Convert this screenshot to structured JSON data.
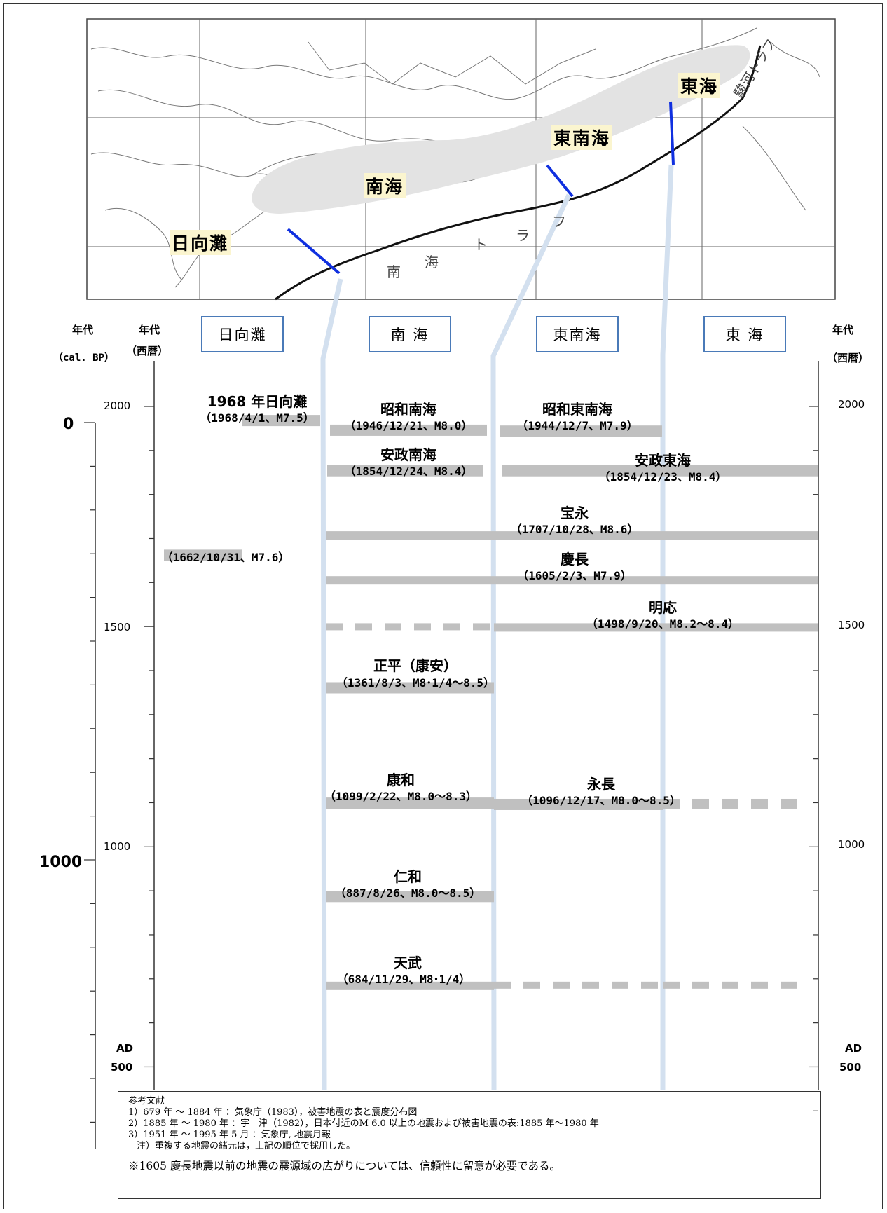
{
  "map": {
    "regions": [
      {
        "key": "hyuganada",
        "label": "日向灘"
      },
      {
        "key": "nankai",
        "label": "南海"
      },
      {
        "key": "tonankai",
        "label": "東南海"
      },
      {
        "key": "tokai",
        "label": "東海"
      }
    ],
    "trough_nankai": [
      "南",
      "海",
      "ト",
      "ラ",
      "フ"
    ],
    "trough_suruga": "駿河トラフ"
  },
  "zones": {
    "hyuganada": "日向灘",
    "nankai": "南 海",
    "tonankai": "東南海",
    "tokai": "東 海"
  },
  "axis": {
    "left_bp_head": "年代",
    "left_bp_sub": "（cal. BP）",
    "left_ad_head": "年代",
    "left_ad_sub": "（西暦）",
    "right_head": "年代",
    "right_sub": "（西暦）",
    "ad_ticks": [
      "2000",
      "1500",
      "1000"
    ],
    "ad_bottom_prefix": "AD",
    "ad_bottom": "500",
    "bp_ticks": [
      "0",
      "1000"
    ],
    "right_ticks": [
      "2000",
      "1500",
      "1000"
    ],
    "right_bottom_prefix": "AD",
    "right_bottom": "500"
  },
  "chart_data": {
    "type": "timeline",
    "columns": [
      "日向灘",
      "南 海",
      "東南海",
      "東 海"
    ],
    "events": [
      {
        "name": "1968 年日向灘",
        "detail": "（1968/4/1、M7.5）",
        "year": 1968,
        "zones": [
          "日向灘"
        ]
      },
      {
        "name": "昭和南海",
        "detail": "（1946/12/21、M8.0）",
        "year": 1946,
        "zones": [
          "南 海"
        ]
      },
      {
        "name": "昭和東南海",
        "detail": "（1944/12/7、M7.9）",
        "year": 1944,
        "zones": [
          "東南海"
        ]
      },
      {
        "name": "安政南海",
        "detail": "（1854/12/24、M8.4）",
        "year": 1854,
        "zones": [
          "南 海"
        ]
      },
      {
        "name": "安政東海",
        "detail": "（1854/12/23、M8.4）",
        "year": 1854,
        "zones": [
          "東南海",
          "東 海"
        ]
      },
      {
        "name": "宝永",
        "detail": "（1707/10/28、M8.6）",
        "year": 1707,
        "zones": [
          "南 海",
          "東南海",
          "東 海"
        ]
      },
      {
        "name": "",
        "detail": "（1662/10/31、M7.6）",
        "year": 1662,
        "zones": [
          "日向灘"
        ]
      },
      {
        "name": "慶長",
        "detail": "（1605/2/3、M7.9）",
        "year": 1605,
        "zones": [
          "南 海",
          "東南海",
          "東 海"
        ]
      },
      {
        "name": "明応",
        "detail": "（1498/9/20、M8.2～8.4）",
        "year": 1498,
        "zones": [
          "南 海",
          "東南海",
          "東 海"
        ],
        "dashed": [
          "南 海"
        ]
      },
      {
        "name": "正平（康安）",
        "detail": "（1361/8/3、M8･1/4～8.5）",
        "year": 1361,
        "zones": [
          "南 海"
        ]
      },
      {
        "name": "康和",
        "detail": "（1099/2/22、M8.0～8.3）",
        "year": 1099,
        "zones": [
          "南 海"
        ]
      },
      {
        "name": "永長",
        "detail": "（1096/12/17、M8.0～8.5）",
        "year": 1096,
        "zones": [
          "東南海",
          "東 海"
        ],
        "dashed": [
          "東 海"
        ]
      },
      {
        "name": "仁和",
        "detail": "（887/8/26、M8.0～8.5）",
        "year": 887,
        "zones": [
          "南 海"
        ]
      },
      {
        "name": "天武",
        "detail": "（684/11/29、M8･1/4）",
        "year": 684,
        "zones": [
          "南 海",
          "東南海",
          "東 海"
        ],
        "dashed": [
          "東南海",
          "東 海"
        ]
      }
    ]
  },
  "references": {
    "title": "参考文献",
    "lines": [
      "1）679 年 ～ 1884 年 ：気象庁（1983），被害地震の表と震度分布図",
      "2）1885 年 ～ 1980 年 ：宇　津（1982），日本付近のM 6.0 以上の地震および被害地震の表:1885 年～1980 年",
      "3）1951 年 ～ 1995 年 5 月 ：気象庁, 地震月報",
      "注）重複する地震の緒元は，上記の順位で採用した。"
    ],
    "note": "※1605 慶長地震以前の地震の震源域の広がりについては、信頼性に留意が必要である。"
  },
  "colors": {
    "bar": "#c0c0c0",
    "connector": "#d3e0ef",
    "boundary": "#1030e0",
    "zone_border": "#4a7ab8",
    "region_fill": "#e3e3e3"
  }
}
